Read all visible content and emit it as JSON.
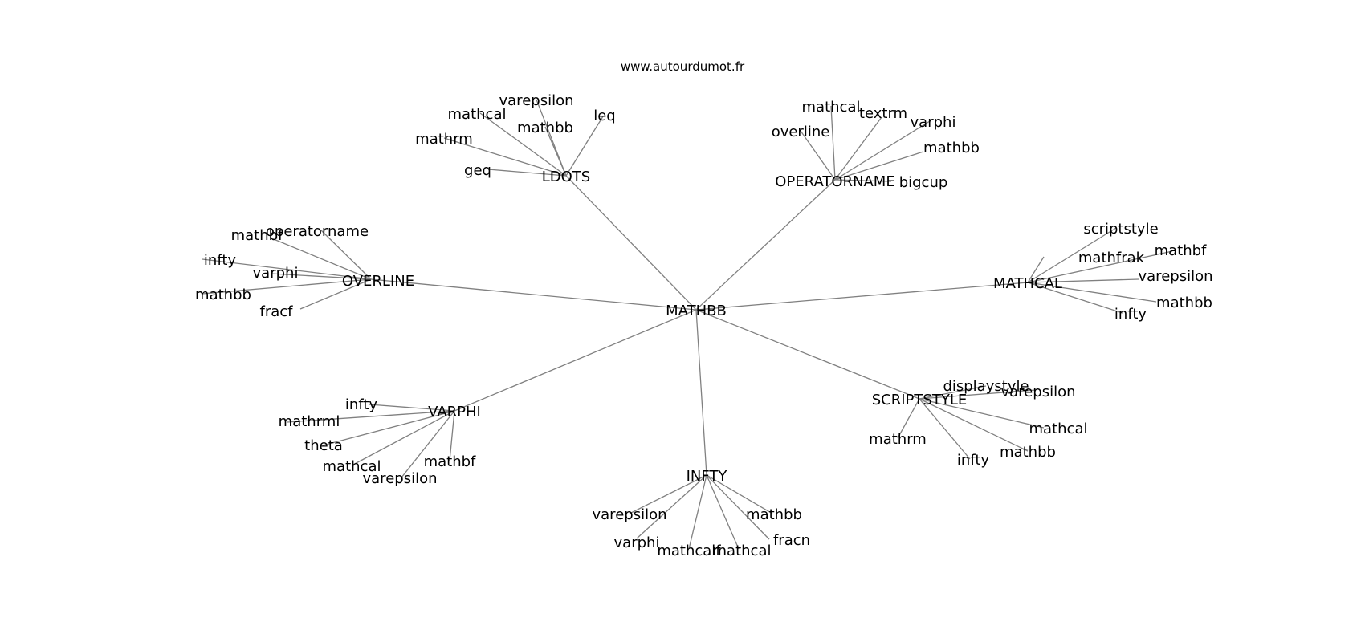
{
  "header": {
    "site": "www.autourdumot.fr"
  },
  "graph": {
    "center": "MATHBB",
    "hubs": [
      {
        "id": "ldots",
        "label": "LDOTS",
        "leaves": [
          "varepsilon",
          "mathcal",
          "leq",
          "mathbb",
          "mathrm",
          "geq"
        ]
      },
      {
        "id": "operatorname",
        "label": "OPERATORNAME",
        "leaves": [
          "mathcal",
          "textrm",
          "varphi",
          "overline",
          "mathbb",
          "bigcup"
        ]
      },
      {
        "id": "overline",
        "label": "OVERLINE",
        "leaves": [
          "operatorname",
          "mathbf",
          "infty",
          "varphi",
          "mathbb",
          "fracf"
        ]
      },
      {
        "id": "mathcal",
        "label": "MATHCAL",
        "leaves": [
          "scriptstyle",
          "mathfrak",
          "mathbf",
          "varepsilon",
          "mathbb",
          "infty"
        ]
      },
      {
        "id": "varphi",
        "label": "VARPHI",
        "leaves": [
          "infty",
          "mathrml",
          "theta",
          "mathcal",
          "mathbf",
          "varepsilon"
        ]
      },
      {
        "id": "scriptstyle",
        "label": "SCRIPTSTYLE",
        "leaves": [
          "displaystyle",
          "varepsilon",
          "mathcal",
          "mathrm",
          "mathbb",
          "infty"
        ]
      },
      {
        "id": "infty",
        "label": "INFTY",
        "leaves": [
          "varepsilon",
          "mathbb",
          "fracn",
          "varphi",
          "mathcalf",
          "mathcal"
        ]
      }
    ]
  }
}
